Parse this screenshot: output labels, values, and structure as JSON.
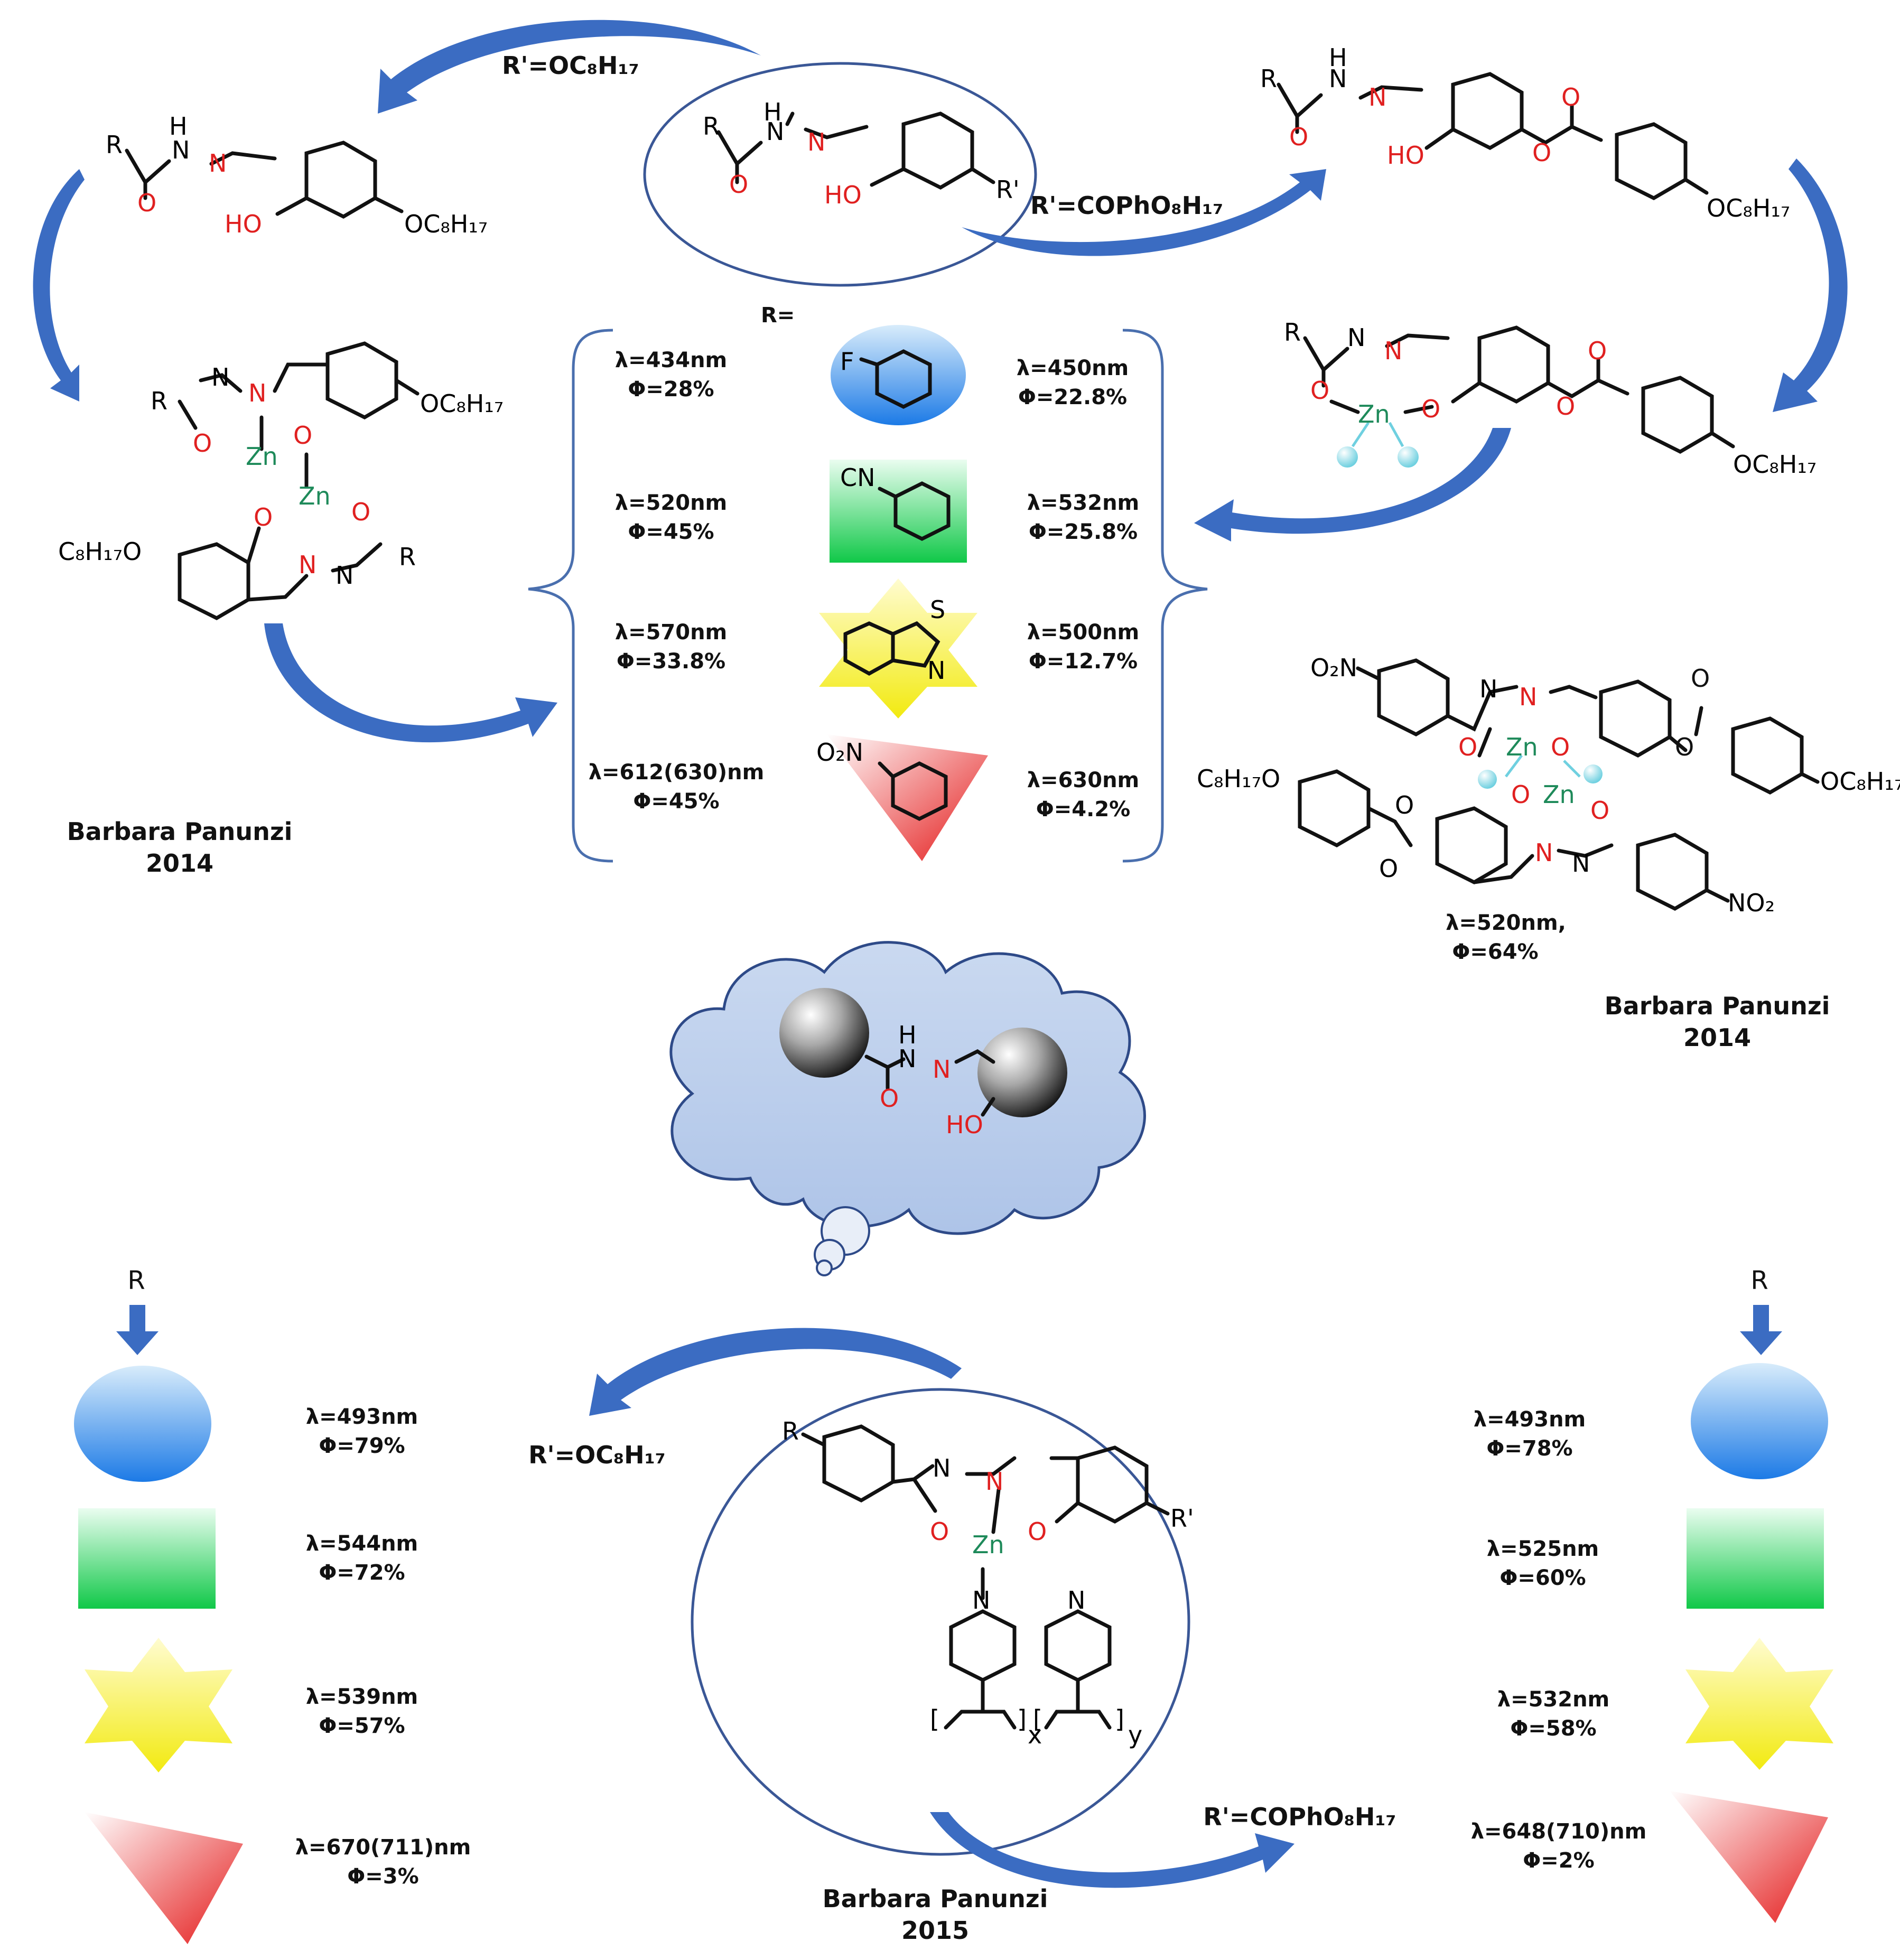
{
  "colors": {
    "arrow": "#3b6cc2",
    "oxygen": "#e02020",
    "nitrogen": "#e02020",
    "zinc": "#1e8a5a",
    "bubble": "#b9cdea",
    "blue_shape": "#3d8de8",
    "green_shape": "#1fcc4f",
    "yellow_shape": "#f2ee2a",
    "red_shape": "#ea2b2b"
  },
  "atoms": {
    "R": "R",
    "N": "N",
    "O": "O",
    "H": "H",
    "HO": "HO",
    "Zn": "Zn",
    "Rp": "R'"
  },
  "substituents": {
    "oc8h17": "OC₈H₁₇",
    "c8h17o": "C₈H₁₇O",
    "F": "F",
    "CN": "CN",
    "S": "S",
    "O2N": "O₂N",
    "NO2": "NO₂",
    "x": "x",
    "y": "y"
  },
  "reactions": {
    "oc8h17": "R'=OC₈H₁₇",
    "cophoc8h17": "R'=COPhO₈H₁₇",
    "oc8h17_2015": "R'=OC₈H₁₇",
    "cophoc8h17_2015": "R'=COPhO₈H₁₇"
  },
  "center_panel": {
    "r_label": "R=",
    "rows": [
      {
        "left_lambda": "λ=434nm",
        "left_phi": "Φ=28%",
        "right_lambda": "λ=450nm",
        "right_phi": "Φ=22.8%"
      },
      {
        "left_lambda": "λ=520nm",
        "left_phi": "Φ=45%",
        "right_lambda": "λ=532nm",
        "right_phi": "Φ=25.8%"
      },
      {
        "left_lambda": "λ=570nm",
        "left_phi": "Φ=33.8%",
        "right_lambda": "λ=500nm",
        "right_phi": "Φ=12.7%"
      },
      {
        "left_lambda": "λ=612(630)nm",
        "left_phi": "Φ=45%",
        "right_lambda": "λ=630nm",
        "right_phi": "Φ=4.2%"
      }
    ]
  },
  "nitro_complex": {
    "lambda": "λ=520nm,",
    "phi": "Φ=64%"
  },
  "credits": {
    "left": {
      "name": "Barbara Panunzi",
      "year": "2014"
    },
    "right": {
      "name": "Barbara Panunzi",
      "year": "2014"
    },
    "bottom": {
      "name": "Barbara Panunzi",
      "year": "2015"
    }
  },
  "bottom_left": {
    "r_label": "R",
    "rows": [
      {
        "lambda": "λ=493nm",
        "phi": "Φ=79%"
      },
      {
        "lambda": "λ=544nm",
        "phi": "Φ=72%"
      },
      {
        "lambda": "λ=539nm",
        "phi": "Φ=57%"
      },
      {
        "lambda": "λ=670(711)nm",
        "phi": "Φ=3%"
      }
    ]
  },
  "bottom_right": {
    "r_label": "R",
    "rows": [
      {
        "lambda": "λ=493nm",
        "phi": "Φ=78%"
      },
      {
        "lambda": "λ=525nm",
        "phi": "Φ=60%"
      },
      {
        "lambda": "λ=532nm",
        "phi": "Φ=58%"
      },
      {
        "lambda": "λ=648(710)nm",
        "phi": "Φ=2%"
      }
    ]
  }
}
